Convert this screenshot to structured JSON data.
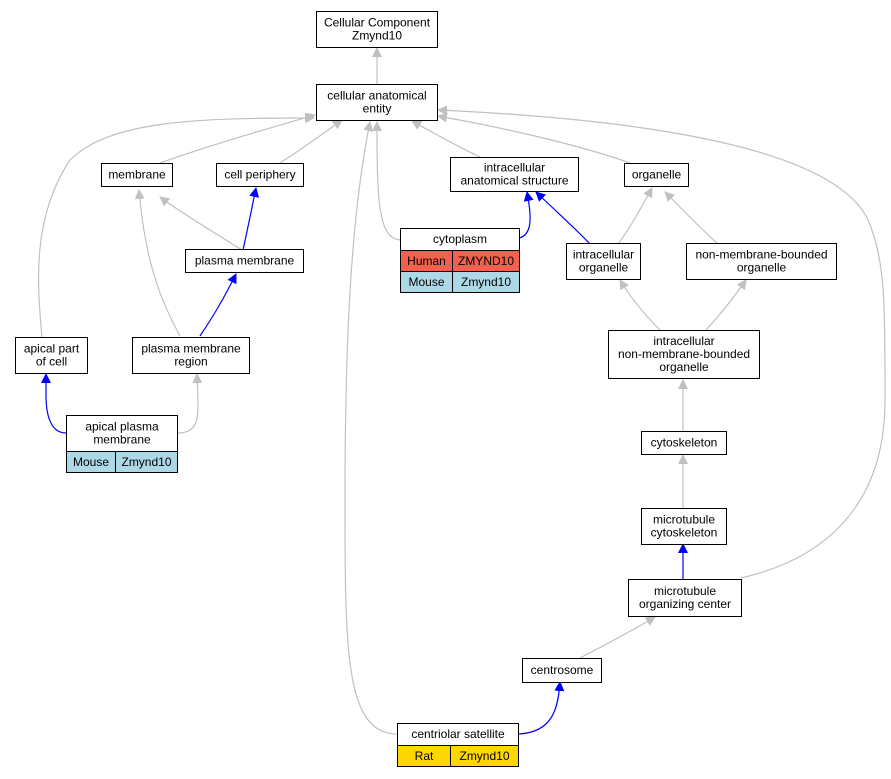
{
  "colors": {
    "edge_gray": "#c0c0c0",
    "edge_blue": "#0000ff",
    "human": "#f4604d",
    "mouse": "#add8e6",
    "rat": "#ffd700"
  },
  "nodes": {
    "root": {
      "lines": [
        "Cellular Component",
        "Zmynd10"
      ]
    },
    "cae": {
      "lines": [
        "cellular anatomical",
        "entity"
      ]
    },
    "membrane": {
      "lines": [
        "membrane"
      ]
    },
    "periphery": {
      "lines": [
        "cell periphery"
      ]
    },
    "ias": {
      "lines": [
        "intracellular",
        "anatomical structure"
      ]
    },
    "organelle": {
      "lines": [
        "organelle"
      ]
    },
    "pm": {
      "lines": [
        "plasma membrane"
      ]
    },
    "cytoplasm": {
      "lines": [
        "cytoplasm"
      ],
      "rows": [
        {
          "species": "Human",
          "gene": "ZMYND10",
          "color": "human"
        },
        {
          "species": "Mouse",
          "gene": "Zmynd10",
          "color": "mouse"
        }
      ]
    },
    "io": {
      "lines": [
        "intracellular",
        "organelle"
      ]
    },
    "nmbo": {
      "lines": [
        "non-membrane-bounded",
        "organelle"
      ]
    },
    "apc": {
      "lines": [
        "apical part",
        "of cell"
      ]
    },
    "pmr": {
      "lines": [
        "plasma membrane",
        "region"
      ]
    },
    "inmbo": {
      "lines": [
        "intracellular",
        "non-membrane-bounded",
        "organelle"
      ]
    },
    "apm": {
      "lines": [
        "apical plasma",
        "membrane"
      ],
      "rows": [
        {
          "species": "Mouse",
          "gene": "Zmynd10",
          "color": "mouse"
        }
      ]
    },
    "cytoskeleton": {
      "lines": [
        "cytoskeleton"
      ]
    },
    "mtcs": {
      "lines": [
        "microtubule",
        "cytoskeleton"
      ]
    },
    "mtoc": {
      "lines": [
        "microtubule",
        "organizing center"
      ]
    },
    "centrosome": {
      "lines": [
        "centrosome"
      ]
    },
    "cs": {
      "lines": [
        "centriolar satellite"
      ],
      "rows": [
        {
          "species": "Rat",
          "gene": "Zmynd10",
          "color": "rat"
        }
      ]
    }
  }
}
